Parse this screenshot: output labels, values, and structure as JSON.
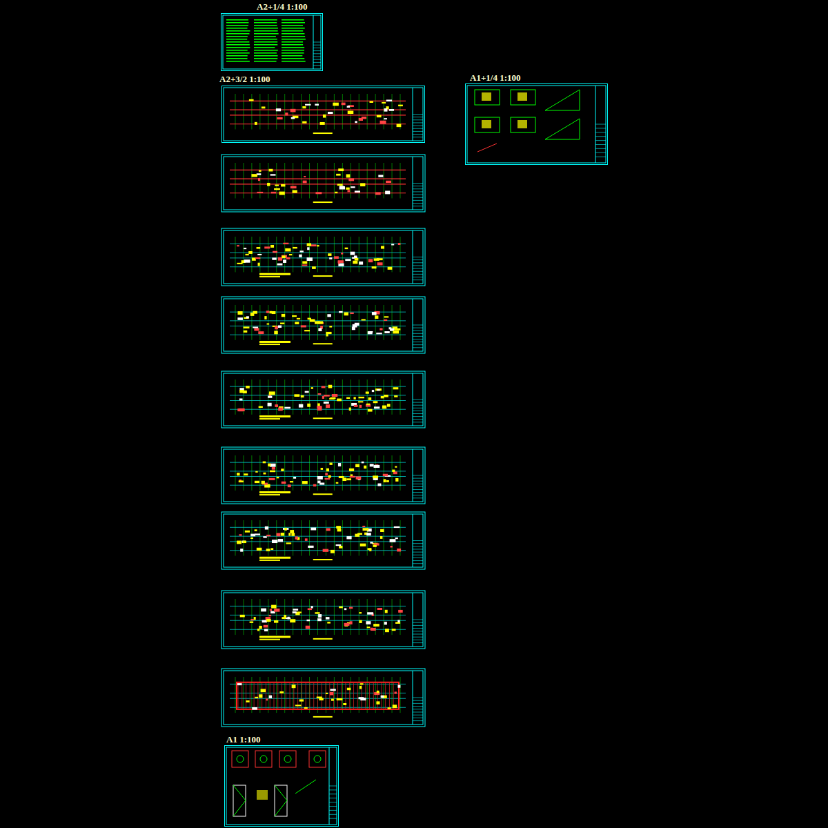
{
  "diagram": {
    "nodes": [
      {
        "text": [
          "A2+1/4 1:100"
        ]
      },
      {
        "text": [
          "A2+3/2 1:100"
        ]
      },
      {
        "text": [
          "A1+1/4 1:100"
        ]
      },
      {
        "text": [
          "A1 1:100"
        ]
      }
    ]
  }
}
